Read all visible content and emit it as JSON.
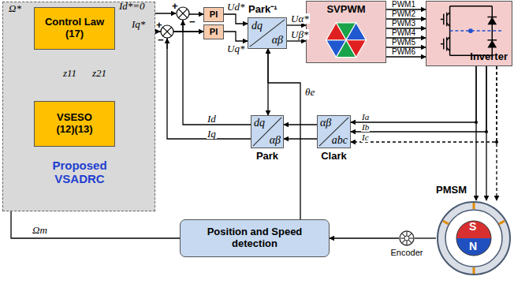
{
  "diagram": {
    "nodes": [
      {
        "text": [
          "Proposed VSADRC"
        ]
      },
      {
        "text": [
          "Control Law (17)"
        ],
        "in": 0
      },
      {
        "text": [
          "VSESO (12)(13)"
        ],
        "in": 0
      },
      {
        "text": [
          "PI"
        ]
      },
      {
        "text": [
          "PI"
        ]
      },
      {
        "text": [
          "Park⁻¹",
          "dq",
          "αβ"
        ]
      },
      {
        "text": [
          "SVPWM"
        ]
      },
      {
        "text": [
          "Inverter"
        ]
      },
      {
        "text": [
          "dq",
          "αβ",
          "Park"
        ]
      },
      {
        "text": [
          "αβ",
          "abc",
          "Clark"
        ]
      },
      {
        "text": [
          "Position and Speed detection"
        ]
      },
      {
        "text": [
          "PMSM"
        ]
      },
      {
        "text": [
          "Encoder"
        ]
      }
    ],
    "edges": [
      {
        "from": 1,
        "to": 4,
        "arrow": "to",
        "label": "Iq*"
      },
      {
        "from": 2,
        "to": 1,
        "arrow": "to",
        "label": "z11"
      },
      {
        "from": 2,
        "to": 1,
        "arrow": "to",
        "label": "z21"
      },
      {
        "from": 1,
        "to": 2,
        "arrow": "to"
      },
      {
        "from": 3,
        "to": 5,
        "arrow": "to",
        "label": "Ud*"
      },
      {
        "from": 4,
        "to": 5,
        "arrow": "to",
        "label": "Uq*"
      },
      {
        "from": 5,
        "to": 6,
        "arrow": "to",
        "label": "Uα*"
      },
      {
        "from": 5,
        "to": 6,
        "arrow": "to",
        "label": "Uβ*"
      },
      {
        "from": 6,
        "to": 7,
        "arrow": "to",
        "label": "PWM1"
      },
      {
        "from": 6,
        "to": 7,
        "arrow": "to",
        "label": "PWM2"
      },
      {
        "from": 6,
        "to": 7,
        "arrow": "to",
        "label": "PWM3"
      },
      {
        "from": 6,
        "to": 7,
        "arrow": "to",
        "label": "PWM4"
      },
      {
        "from": 6,
        "to": 7,
        "arrow": "to",
        "label": "PWM5"
      },
      {
        "from": 6,
        "to": 7,
        "arrow": "to",
        "label": "PWM6"
      },
      {
        "from": 7,
        "to": 9,
        "arrow": "to",
        "label": "Ia"
      },
      {
        "from": 7,
        "to": 9,
        "arrow": "to",
        "label": "Ib"
      },
      {
        "from": 7,
        "to": 9,
        "arrow": "to",
        "label": "Ic"
      },
      {
        "from": 7,
        "to": 11,
        "arrow": "to"
      },
      {
        "from": 7,
        "to": 11,
        "arrow": "to"
      },
      {
        "from": 7,
        "to": 11,
        "arrow": "to"
      },
      {
        "from": 9,
        "to": 8,
        "arrow": "to"
      },
      {
        "from": 9,
        "to": 8,
        "arrow": "to"
      },
      {
        "from": 8,
        "to": 3,
        "arrow": "to",
        "label": "Id"
      },
      {
        "from": 8,
        "to": 4,
        "arrow": "to",
        "label": "Iq"
      },
      {
        "from": 10,
        "to": 5,
        "arrow": "to",
        "label": "θe"
      },
      {
        "from": 5,
        "to": 8,
        "arrow": "both"
      },
      {
        "from": 10,
        "to": 2,
        "arrow": "to",
        "label": "Ωm"
      },
      {
        "from": 12,
        "to": 10,
        "arrow": "to"
      },
      {
        "from": 12,
        "to": 11,
        "arrow": "none"
      }
    ],
    "labels": [
      "Ω*",
      "Id*=0",
      "+",
      "−",
      "+",
      "−",
      "S",
      "N"
    ]
  }
}
